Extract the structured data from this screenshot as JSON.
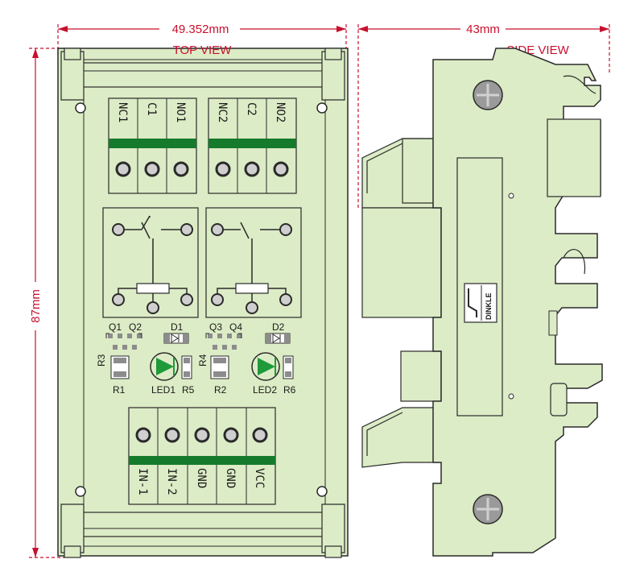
{
  "dimensions": {
    "width_top": "49.352mm",
    "width_side": "43mm",
    "height": "87mm"
  },
  "views": {
    "top": "TOP VIEW",
    "side": "SIDE VIEW"
  },
  "relay_terminals": [
    "NC1",
    "C1",
    "NO1",
    "NC2",
    "C2",
    "NO2"
  ],
  "input_terminals": [
    "IN-1",
    "IN-2",
    "GND",
    "GND",
    "VCC"
  ],
  "components": {
    "q1": "Q1",
    "q2": "Q2",
    "q3": "Q3",
    "q4": "Q4",
    "d1": "D1",
    "d2": "D2",
    "r1": "R1",
    "r2": "R2",
    "r3": "R3",
    "r4": "R4",
    "r5": "R5",
    "r6": "R6",
    "led1": "LED1",
    "led2": "LED2"
  },
  "brand": "DINKLE",
  "colors": {
    "board": "#dcecc6",
    "outline": "#2a2a2a",
    "dimension": "#c8102e",
    "stripe": "#157a2b",
    "led": "#1f9a3a",
    "pad": "#8c8c8c",
    "screw": "#9a9a9a"
  }
}
